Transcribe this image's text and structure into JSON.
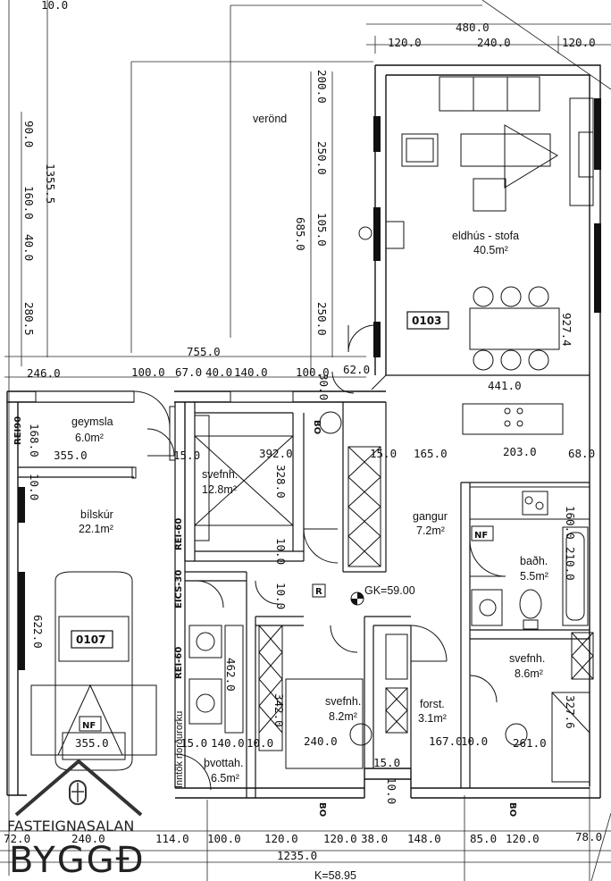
{
  "rooms": {
    "verond": "verönd",
    "eldhus_name": "eldhús - stofa",
    "eldhus_area": "40.5m²",
    "geymsla_name": "geymsla",
    "geymsla_area": "6.0m²",
    "bilskur_name": "bílskúr",
    "bilskur_area": "22.1m²",
    "svefn1_name": "svefnh.",
    "svefn1_area": "12.8m²",
    "gangur_name": "gangur",
    "gangur_area": "7.2m²",
    "bad_name": "baðh.",
    "bad_area": "5.5m²",
    "svefn2_name": "svefnh.",
    "svefn2_area": "8.6m²",
    "svefn3_name": "svefnh.",
    "svefn3_area": "8.2m²",
    "forst_name": "forst.",
    "forst_area": "3.1m²",
    "pvottah_name": "þvottah.",
    "pvottah_area": "6.5m²"
  },
  "labels": {
    "room_0103": "0103",
    "room_0107": "0107",
    "nf1": "NF",
    "nf2": "NF",
    "gk": "GK=59.00",
    "k": "K=58.95",
    "r": "R",
    "rei90": "REI90",
    "rei60a": "REI-60",
    "eics30": "EICS-30",
    "rei60b": "REI-60",
    "intok": "Inntök norðurorku",
    "bo1": "BO",
    "bo2": "BO",
    "bo3": "BO"
  },
  "dims": {
    "d480": "480.0",
    "d120a": "120.0",
    "d240a": "240.0",
    "d120b": "120.0",
    "d90": "90.0",
    "d160": "160.0",
    "d40": "40.0",
    "d13555": "1355.5",
    "d2805": "280.5",
    "d200": "200.0",
    "d250a": "250.0",
    "d105": "105.0",
    "d685": "685.0",
    "d250b": "250.0",
    "d9274": "927.4",
    "d441": "441.0",
    "d755": "755.0",
    "d246": "246.0",
    "d100a": "100.0",
    "d670": "67.0",
    "d40b": "40.0",
    "d140": "140.0",
    "d100b": "100.0",
    "d62": "62.0",
    "d30": "30.0",
    "d168": "168.0",
    "d355a": "355.0",
    "d15a": "15.0",
    "d392": "392.0",
    "d328": "328.0",
    "d15b": "15.0",
    "d165": "165.0",
    "d203": "203.0",
    "d68": "68.0",
    "d10a": "10.0",
    "d10b": "10.0",
    "d10c": "10.0",
    "d622": "622.0",
    "d462": "462.0",
    "d342": "342.0",
    "d210": "210.0",
    "d160b": "160.0",
    "d3276": "327.6",
    "d355b": "355.0",
    "d15c": "15.0",
    "d140b": "140.0",
    "d10d": "10.0",
    "d240b": "240.0",
    "d167": "167.0",
    "d10e": "10.0",
    "d261": "261.0",
    "d15d": "15.0",
    "d10f": "10.0",
    "b72": "72.0",
    "b240": "240.0",
    "b114": "114.0",
    "b100": "100.0",
    "b120a": "120.0",
    "b120b": "120.0",
    "b38": "38.0",
    "b148": "148.0",
    "b85": "85.0",
    "b120c": "120.0",
    "b78": "78.0",
    "b1235": "1235.0",
    "top10": "10.0"
  },
  "logo": {
    "line1": "FASTEIGNASALAN",
    "line2": "BYGGÐ"
  }
}
